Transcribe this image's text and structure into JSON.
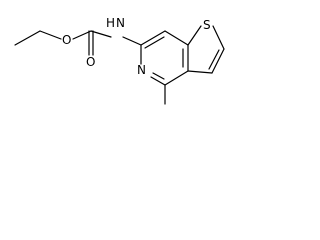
{
  "molecule": {
    "atoms": {
      "oxygen_ether": "O",
      "oxygen_carbonyl": "O",
      "amine_nh": "N",
      "amine_h": "H",
      "ring_nitrogen": "N",
      "sulfur": "S"
    }
  }
}
